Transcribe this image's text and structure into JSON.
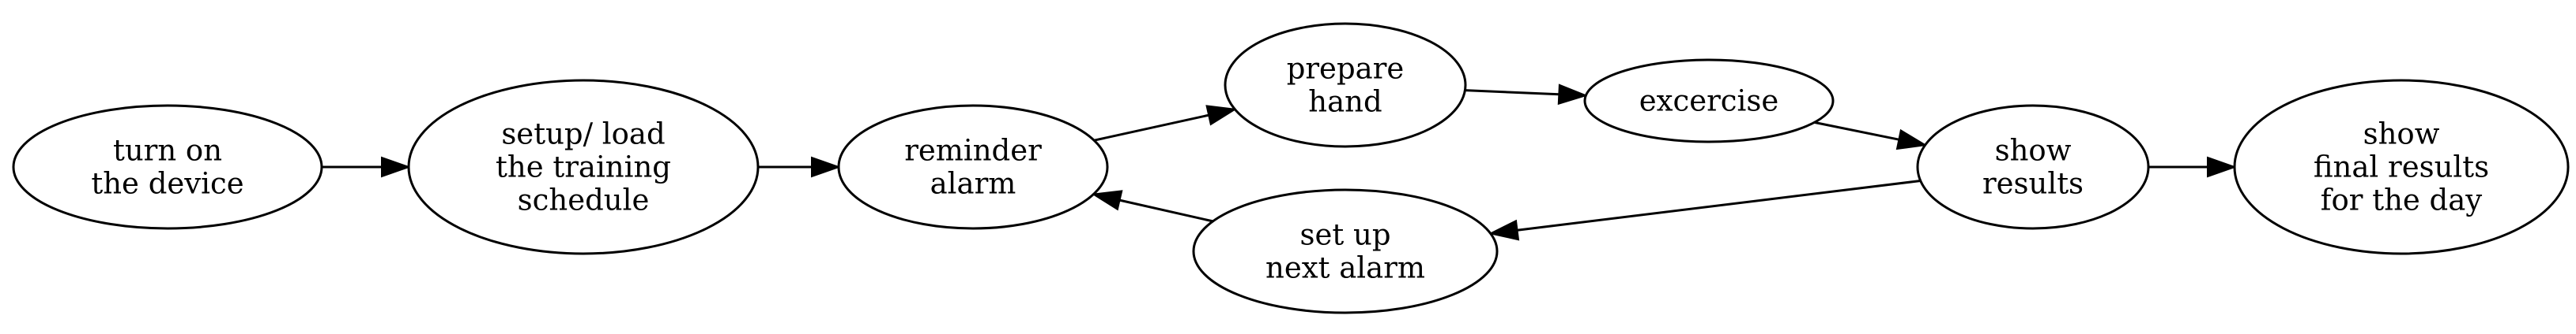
{
  "diagram": {
    "nodes": [
      {
        "id": "turn-on",
        "lines": [
          "turn on",
          "the device"
        ]
      },
      {
        "id": "setup-load",
        "lines": [
          "setup/ load",
          "the training",
          "schedule"
        ]
      },
      {
        "id": "reminder-alarm",
        "lines": [
          "reminder",
          "alarm"
        ]
      },
      {
        "id": "prepare-hand",
        "lines": [
          "prepare",
          "hand"
        ]
      },
      {
        "id": "excercise",
        "lines": [
          "excercise"
        ]
      },
      {
        "id": "show-results",
        "lines": [
          "show",
          "results"
        ]
      },
      {
        "id": "show-final-results",
        "lines": [
          "show",
          "final results",
          "for the day"
        ]
      },
      {
        "id": "set-up-next-alarm",
        "lines": [
          "set up",
          "next alarm"
        ]
      }
    ],
    "edges": [
      {
        "from": "turn-on",
        "to": "setup-load"
      },
      {
        "from": "setup-load",
        "to": "reminder-alarm"
      },
      {
        "from": "reminder-alarm",
        "to": "prepare-hand"
      },
      {
        "from": "prepare-hand",
        "to": "excercise"
      },
      {
        "from": "excercise",
        "to": "show-results"
      },
      {
        "from": "show-results",
        "to": "show-final-results"
      },
      {
        "from": "show-results",
        "to": "set-up-next-alarm"
      },
      {
        "from": "set-up-next-alarm",
        "to": "reminder-alarm"
      }
    ]
  }
}
